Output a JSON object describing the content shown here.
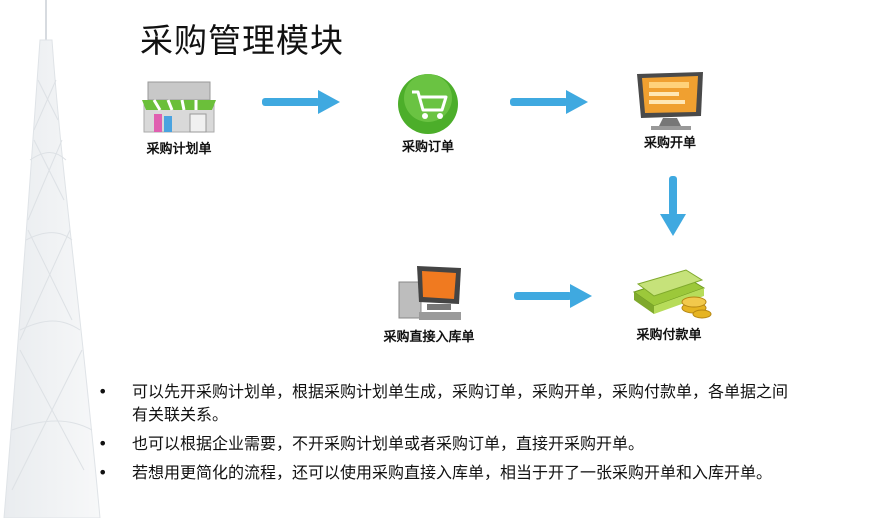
{
  "title": "采购管理模块",
  "nodes": {
    "plan": "采购计划单",
    "order": "采购订单",
    "bill": "采购开单",
    "direct": "采购直接入库单",
    "payment": "采购付款单"
  },
  "bullets": [
    "可以先开采购计划单，根据采购计划单生成，采购订单，采购开单，采购付款单，各单据之间有关联关系。",
    "也可以根据企业需要，不开采购计划单或者采购订单，直接开采购开单。",
    "若想用更简化的流程，还可以使用采购直接入库单，相当于开了一张采购开单和入库开单。"
  ],
  "colors": {
    "arrow": "#3fa9e0",
    "cart_green": "#4cae2a",
    "title": "#111111"
  }
}
